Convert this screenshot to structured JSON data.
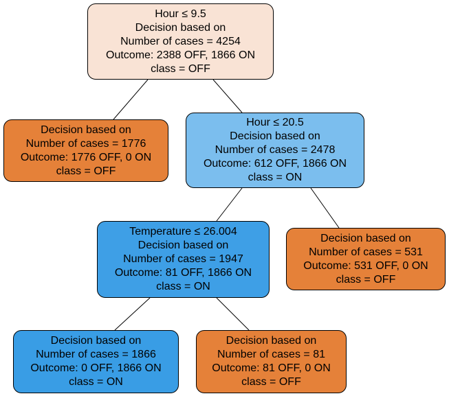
{
  "tree": {
    "nodes": [
      {
        "id": "root",
        "lines": [
          "Hour ≤ 9.5",
          "Decision based on",
          "Number of cases = 4254",
          "Outcome: 2388 OFF, 1866 ON",
          "class = OFF"
        ],
        "fill": "#f9e3d5"
      },
      {
        "id": "n1",
        "lines": [
          "Decision based on",
          "Number of cases = 1776",
          "Outcome: 1776 OFF, 0 ON",
          "class = OFF"
        ],
        "fill": "#e58139"
      },
      {
        "id": "n2",
        "lines": [
          "Hour ≤ 20.5",
          "Decision based on",
          "Number of cases = 2478",
          "Outcome: 612 OFF, 1866 ON",
          "class = ON"
        ],
        "fill": "#7bbeee"
      },
      {
        "id": "n3",
        "lines": [
          "Temperature ≤ 26.004",
          "Decision based on",
          "Number of cases = 1947",
          "Outcome: 81 OFF, 1866 ON",
          "class = ON"
        ],
        "fill": "#3e9fe6"
      },
      {
        "id": "n4",
        "lines": [
          "Decision based on",
          "Number of cases = 531",
          "Outcome: 531 OFF, 0 ON",
          "class = OFF"
        ],
        "fill": "#e58139"
      },
      {
        "id": "n5",
        "lines": [
          "Decision based on",
          "Number of cases = 1866",
          "Outcome: 0 OFF, 1866 ON",
          "class = ON"
        ],
        "fill": "#399de5"
      },
      {
        "id": "n6",
        "lines": [
          "Decision based on",
          "Number of cases = 81",
          "Outcome: 81 OFF, 0 ON",
          "class = OFF"
        ],
        "fill": "#e58139"
      }
    ]
  }
}
